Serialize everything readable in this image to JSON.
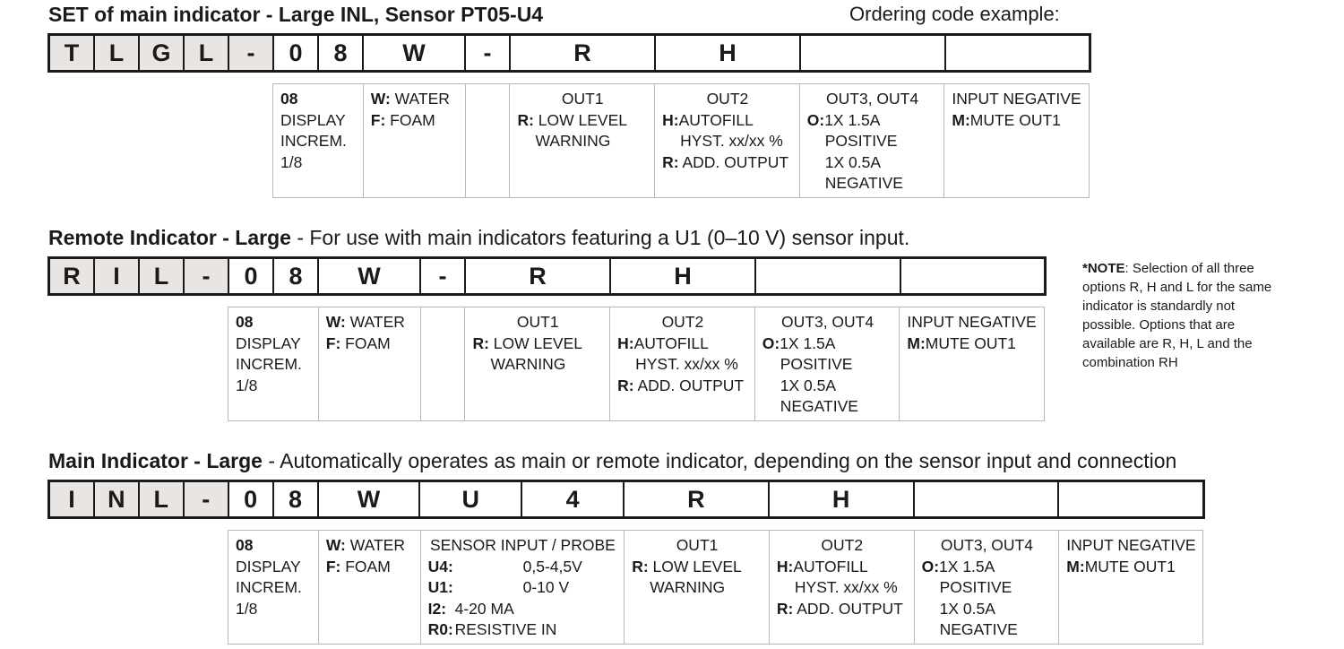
{
  "sections": [
    {
      "title_bold": "SET of main indicator - Large INL, Sensor PT05-U4",
      "title_rest": "",
      "order_example": "Ordering code example:",
      "code": [
        "T",
        "L",
        "G",
        "L",
        "-",
        "0",
        "8",
        "W",
        "-",
        "R",
        "H",
        "",
        ""
      ],
      "desc": {
        "display": [
          "08",
          "DISPLAY",
          "INCREM.",
          "1/8"
        ],
        "type": [
          {
            "k": "W:",
            "v": " WATER"
          },
          {
            "k": "F:",
            "v": " FOAM"
          }
        ],
        "out1": {
          "head": "OUT1",
          "k": "R:",
          "v": " LOW LEVEL",
          "v2": "WARNING"
        },
        "out2": {
          "head": "OUT2",
          "k1": "H:",
          "v1": "AUTOFILL",
          "v1b": "HYST. xx/xx %",
          "k2": "R:",
          "v2": " ADD. OUTPUT"
        },
        "out34": {
          "head": "OUT3, OUT4",
          "k": "O:",
          "v": "1X 1.5A",
          "v2": "POSITIVE",
          "v3": "1X 0.5A",
          "v4": "NEGATIVE"
        },
        "inneg": {
          "head": "INPUT NEGATIVE",
          "k": "M:",
          "v": "MUTE OUT1"
        }
      }
    },
    {
      "title_bold": "Remote Indicator - Large",
      "title_rest": " - For use with main indicators featuring a U1 (0–10 V) sensor input.",
      "code": [
        "R",
        "I",
        "L",
        "-",
        "0",
        "8",
        "W",
        "-",
        "R",
        "H",
        "",
        ""
      ],
      "desc": {
        "display": [
          "08",
          "DISPLAY",
          "INCREM.",
          "1/8"
        ],
        "type": [
          {
            "k": "W:",
            "v": " WATER"
          },
          {
            "k": "F:",
            "v": " FOAM"
          }
        ],
        "out1": {
          "head": "OUT1",
          "k": "R:",
          "v": " LOW LEVEL",
          "v2": "WARNING"
        },
        "out2": {
          "head": "OUT2",
          "k1": "H:",
          "v1": "AUTOFILL",
          "v1b": "HYST. xx/xx %",
          "k2": "R:",
          "v2": " ADD. OUTPUT"
        },
        "out34": {
          "head": "OUT3, OUT4",
          "k": "O:",
          "v": "1X 1.5A",
          "v2": "POSITIVE",
          "v3": "1X 0.5A",
          "v4": "NEGATIVE"
        },
        "inneg": {
          "head": "INPUT NEGATIVE",
          "k": "M:",
          "v": "MUTE OUT1"
        }
      }
    },
    {
      "title_bold": "Main Indicator - Large",
      "title_rest": " - Automatically operates as main or remote indicator, depending on the sensor input and connection",
      "code": [
        "I",
        "N",
        "L",
        "-",
        "0",
        "8",
        "W",
        "U",
        "4",
        "R",
        "H",
        "",
        ""
      ],
      "desc": {
        "display": [
          "08",
          "DISPLAY",
          "INCREM.",
          "1/8"
        ],
        "type": [
          {
            "k": "W:",
            "v": " WATER"
          },
          {
            "k": "F:",
            "v": " FOAM"
          }
        ],
        "sensor": {
          "head": "SENSOR INPUT / PROBE",
          "rows": [
            {
              "k": "U4:",
              "v": "0,5-4,5V"
            },
            {
              "k": "U1:",
              "v": "0-10 V"
            },
            {
              "k": "I2:",
              "v": "4-20 MA"
            },
            {
              "k": "R0:",
              "v": "RESISTIVE IN"
            }
          ]
        },
        "out1": {
          "head": "OUT1",
          "k": "R:",
          "v": " LOW LEVEL",
          "v2": "WARNING"
        },
        "out2": {
          "head": "OUT2",
          "k1": "H:",
          "v1": "AUTOFILL",
          "v1b": "HYST. xx/xx %",
          "k2": "R:",
          "v2": " ADD. OUTPUT"
        },
        "out34": {
          "head": "OUT3, OUT4",
          "k": "O:",
          "v": "1X 1.5A",
          "v2": "POSITIVE",
          "v3": "1X 0.5A",
          "v4": "NEGATIVE"
        },
        "inneg": {
          "head": "INPUT NEGATIVE",
          "k": "M:",
          "v": "MUTE OUT1"
        }
      }
    }
  ],
  "note": {
    "label": "*NOTE",
    "text": ": Selection of all three options R, H and L for the same indicator is standardly not possible. Options that are available are R, H, L and the combination RH"
  }
}
